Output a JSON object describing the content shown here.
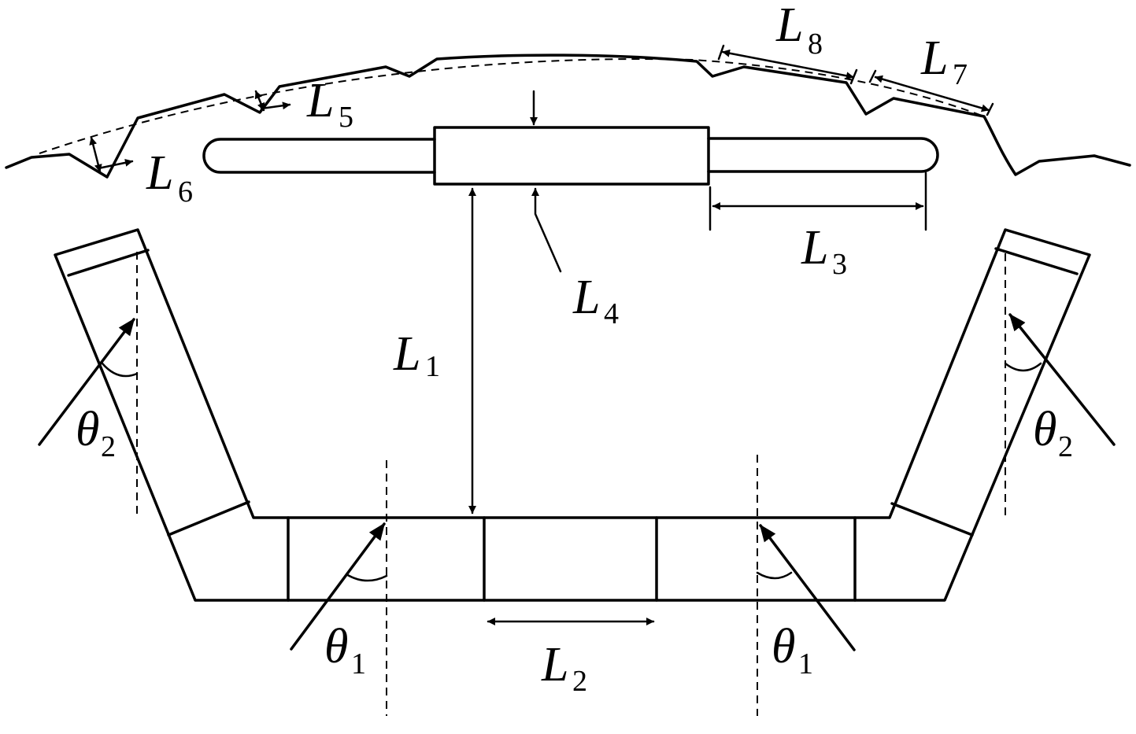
{
  "labels": {
    "L1": {
      "main": "L",
      "sub": "1"
    },
    "L2": {
      "main": "L",
      "sub": "2"
    },
    "L3": {
      "main": "L",
      "sub": "3"
    },
    "L4": {
      "main": "L",
      "sub": "4"
    },
    "L5": {
      "main": "L",
      "sub": "5"
    },
    "L6": {
      "main": "L",
      "sub": "6"
    },
    "L7": {
      "main": "L",
      "sub": "7"
    },
    "L8": {
      "main": "L",
      "sub": "8"
    },
    "theta1_left": {
      "main": "θ",
      "sub": "1"
    },
    "theta1_right": {
      "main": "θ",
      "sub": "1"
    },
    "theta2_left": {
      "main": "θ",
      "sub": "2"
    },
    "theta2_right": {
      "main": "θ",
      "sub": "2"
    }
  }
}
